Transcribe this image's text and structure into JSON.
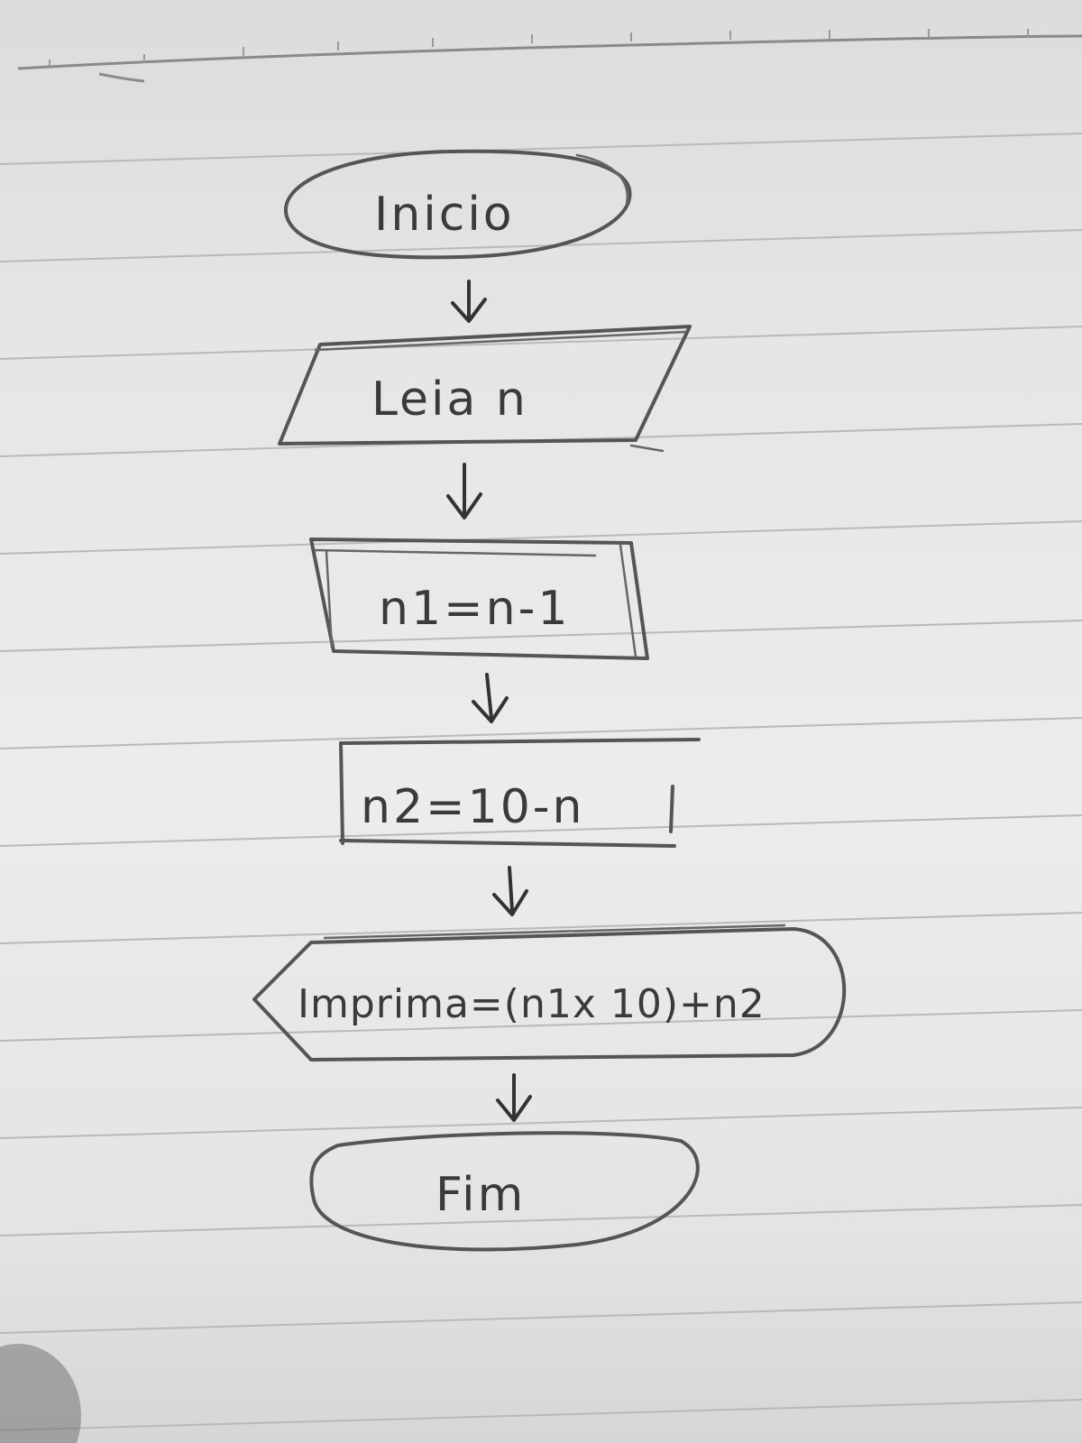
{
  "flowchart": {
    "start": {
      "label": "Inicio",
      "shape": "terminal"
    },
    "input": {
      "label": "Leia n",
      "shape": "parallelogram"
    },
    "process1": {
      "label": "n1=n-1",
      "shape": "process"
    },
    "process2": {
      "label": "n2=10-n",
      "shape": "process"
    },
    "output": {
      "label": "Imprima=(n1x 10)+n2",
      "shape": "display"
    },
    "end": {
      "label": "Fim",
      "shape": "terminal"
    }
  }
}
